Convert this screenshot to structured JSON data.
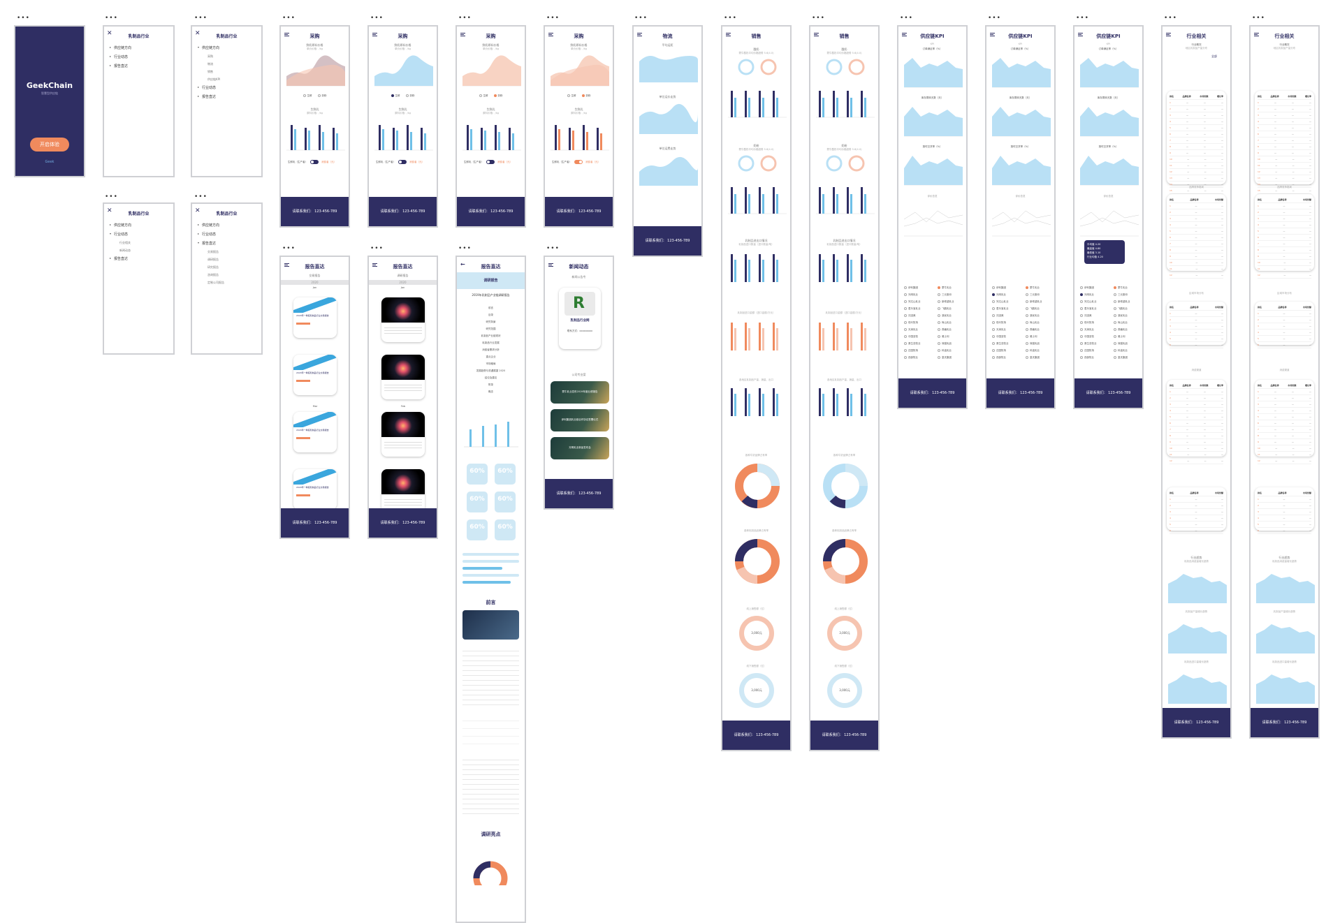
{
  "splash": {
    "brand": "GeekChain",
    "tagline": "智慧型供应链",
    "start_button": "开启体验",
    "footer_logo": "Geek"
  },
  "menu": {
    "title": "乳制品行业",
    "items": [
      "供应链方向",
      "行业动态",
      "报告直达"
    ],
    "supply_sub": [
      "采购",
      "物流",
      "销售",
      "供应链KPI"
    ],
    "industry_sub": [
      "行业相关",
      "新闻动态"
    ],
    "report_sub": [
      "交易报告",
      "调研报告",
      "研究报告",
      "咨询报告",
      "定制公司报告"
    ]
  },
  "common": {
    "footer": "请联系我们： 123-456-789"
  },
  "purchase": {
    "title": "采购",
    "price_chart": "鲜奶原料价格",
    "unit_price": "单价价格：/kg",
    "opt_a": "生鲜",
    "opt_b": "奶粉",
    "production": "生鲜乳",
    "unit_production": "原料价格：/kg",
    "toggle_a": "生鲜乳（生产者）",
    "toggle_b": "消费者（元）"
  },
  "logistics": {
    "title": "物流",
    "charts": [
      "平均运距",
      "单位运价走势",
      "单位运费走势"
    ]
  },
  "sales": {
    "title": "销售",
    "section1": "酸奶",
    "kpi_text": "蒙牛酸奶平均价格趋势 5.6(4.0)",
    "section2": "奶粉",
    "import": "乳制品进出口情况",
    "import_sub": "乳制品进口数量（进口数量/吨）",
    "import_value": "乳制品进口金额（进口金额/万元）",
    "share": "各地区乳制品产量、销量、出口",
    "donut1": "各种牛奶品牌占有率",
    "donut2": "各种乳制品品牌占有率",
    "ring1_title": "线上销售额（亿）",
    "ring1_value": "3,000元",
    "ring2_title": "线下销售额（亿）",
    "ring2_value": "3,000元"
  },
  "kpi": {
    "title": "供应链KPI",
    "sub": "KPI",
    "charts": [
      "订单满足率（%）",
      "库存周转天数（天）",
      "按时交货率（%）"
    ],
    "eval": "评价总览",
    "tooltip_lines": [
      "平均值 4.20",
      "最高值 4.80",
      "最低值 3.10",
      "行业均值 4.20"
    ],
    "options": [
      "伊利集团",
      "蒙牛乳业",
      "光明乳业",
      "三元股份",
      "完达山乳业",
      "新希望乳业",
      "君乐宝乳业",
      "飞鹤乳业",
      "贝因美",
      "澳优乳业",
      "现代牧场",
      "辉山乳业",
      "天润乳业",
      "燕塘乳业",
      "中国圣牧",
      "雅士利",
      "原生态牧业",
      "熊猫乳品",
      "庄园牧场",
      "科迪乳业",
      "西部牧业",
      "皇氏集团"
    ]
  },
  "industry": {
    "title": "行业相关",
    "sub1": "行业概况",
    "sub1_sub": "地区乳制品产量分布",
    "filter": "全部",
    "cols": [
      "排名",
      "品牌名称",
      "市场份额",
      "增长率"
    ],
    "block2": "品牌竞争格局",
    "block3": "区域市场分布",
    "block4": "消费渠道",
    "trend": "行业趋势",
    "trend_sub": [
      "乳制品消费量增长趋势",
      "乳制品产量增长趋势",
      "乳制品进口量增长趋势"
    ]
  },
  "report": {
    "title": "报告直达",
    "sub": "交易报告",
    "sub2": "调研报告",
    "month": "2020",
    "months": [
      "Jan",
      "Mar",
      "Feb"
    ],
    "card_title": "2020年一季度乳制品行业交易报告",
    "research_title": "调研报告",
    "research_heading": "2019年乳制品产业链调研报告",
    "toc": [
      "前言",
      "目录",
      "研究背景",
      "研究范围",
      "乳制品产业链现状",
      "乳制品行业发展",
      "消费者需求分析",
      "重点企业",
      "市场格局",
      "发展趋势与机遇展望 2020",
      "结论及建议",
      "附录",
      "概念"
    ],
    "pct": "60%",
    "section_preface": "前言",
    "section_highlight": "调研亮点"
  },
  "news": {
    "title": "新闻动态",
    "sub": "新闻公告专",
    "logo_text": "乳制品行业网",
    "contact": "联系方式：xxxxxxxxx",
    "sub2": "公司专业案",
    "items": [
      "蒙牛乳业发布2019年度业绩报告",
      "伊利集团乳业链合作协议签署仪式",
      "光明乳业新品发布会"
    ]
  }
}
